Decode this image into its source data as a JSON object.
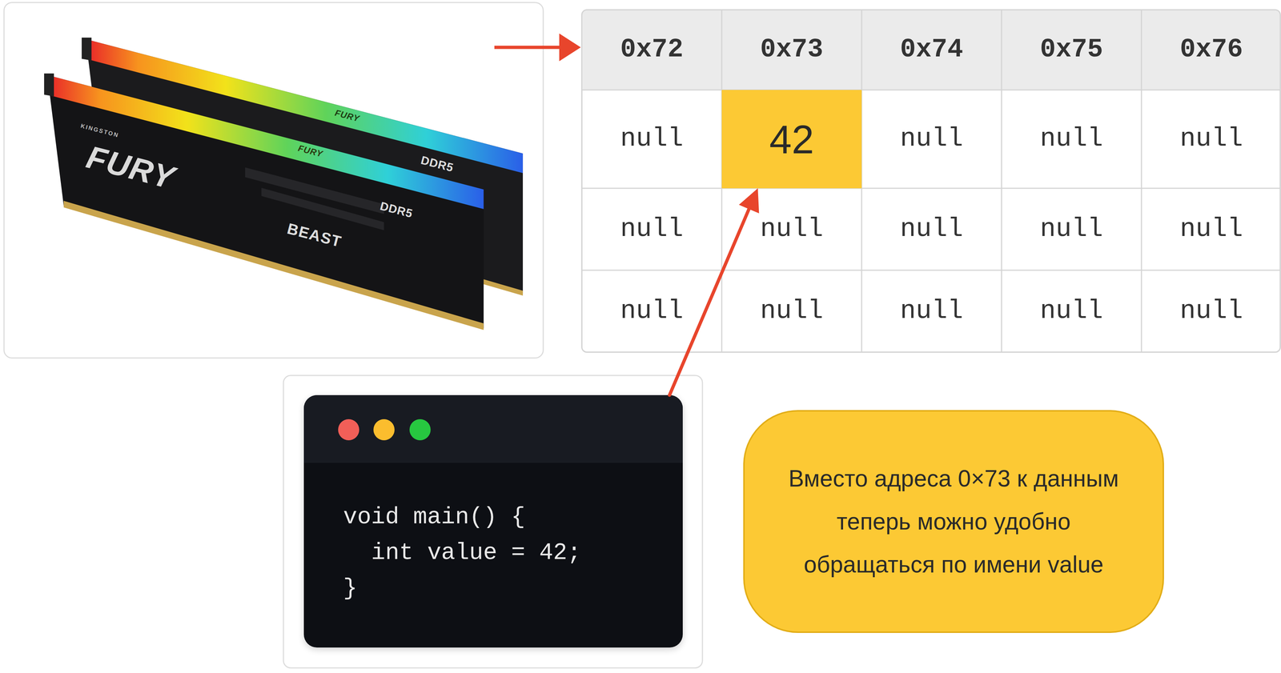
{
  "diagram": {
    "nodes": [
      {
        "text": [
          "42"
        ]
      },
      {
        "text": [
          "void main() {",
          "int value = 42;",
          "}"
        ]
      },
      {
        "text": [
          "Вместо адреса 0×73 к данным теперь можно удобно обращаться по имени value"
        ]
      }
    ],
    "edges": [
      {
        "from": 1,
        "to": 0,
        "arrow": "to"
      }
    ],
    "labels": [
      "KINGSTON",
      "FURY",
      "FURY",
      "FURY",
      "BEAST",
      "DDR5",
      "DDR5",
      "0x72",
      "0x73",
      "0x74",
      "0x75",
      "0x76",
      "null",
      "null",
      "null",
      "null",
      "null",
      "null",
      "null",
      "null",
      "null",
      "null",
      "null",
      "null",
      "null",
      "null"
    ]
  }
}
